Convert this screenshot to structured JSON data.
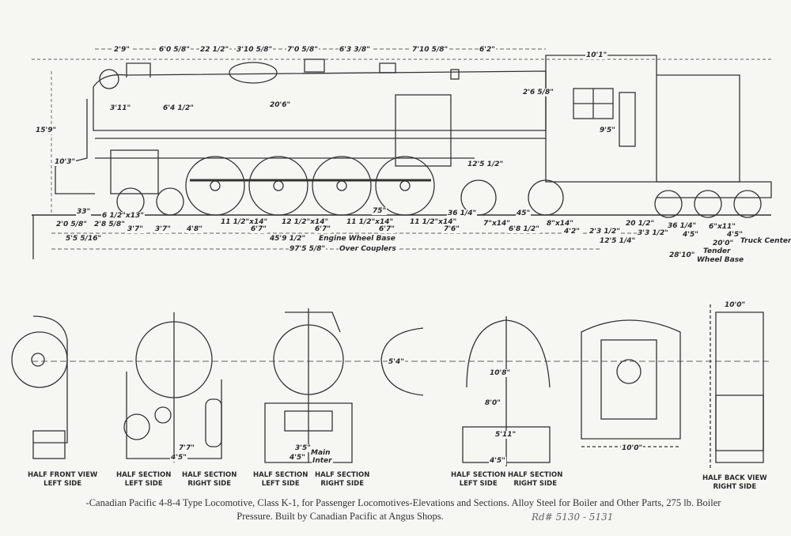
{
  "top_dimensions": [
    "2'9\"",
    "6'0 5/8\"",
    "22 1/2\"",
    "3'10 5/8\"",
    "7'0 5/8\"",
    "6'3 3/8\"",
    "7'10 5/8\"",
    "6'2\"",
    "10'1\""
  ],
  "side_dimensions": [
    "3'11\"",
    "6'4 1/2\"",
    "20'6\"",
    "2'6 5/8\"",
    "9'5\"",
    "15'9\"",
    "10'3\"",
    "12'5 1/2\"",
    "33\"",
    "36 1/4\"",
    "45\"",
    "75\""
  ],
  "bottom_dimensions_row1": [
    "2'0 5/8\"",
    "2'8 5/8\"",
    "6 1/2\"x13\"",
    "3'7\"",
    "3'7\"",
    "4'8\"",
    "11 1/2\"x14\"",
    "6'7\"",
    "12 1/2\"x14\"",
    "6'7\"",
    "11 1/2\"x14\"",
    "6'7\"",
    "11 1/2\"x14\"",
    "7'6\"",
    "7\"x14\"",
    "6'8 1/2\"",
    "8\"x14\"",
    "4'2\"",
    "2'3 1/2\"",
    "20 1/2\"",
    "3'3 1/2\"",
    "36 1/4\"",
    "4'5\"",
    "6\"x11\"",
    "4'5\""
  ],
  "engine_wheel_base": {
    "left": "5'5 5/16\"",
    "value": "45'9 1/2\"",
    "label": "Engine Wheel Base",
    "right": "12'5 1/4\""
  },
  "over_couplers": {
    "value": "97'5 5/8\"",
    "label": "Over Couplers"
  },
  "tender": {
    "truck_centers_value": "20'0\"",
    "truck_centers_label": "Truck Centers",
    "wheel_base_value": "28'10\"",
    "wheel_base_label_1": "Tender",
    "wheel_base_label_2": "Wheel Base"
  },
  "section_dimensions": [
    "5'4\"",
    "10'8\"",
    "8'0\"",
    "7'7\"",
    "4'5\"",
    "3'5\"",
    "4'5\"",
    "Main",
    "Inter",
    "5'11\"",
    "4'5\"",
    "10'0\"",
    "10'0\""
  ],
  "views": [
    {
      "line1": "HALF FRONT VIEW",
      "line2": "LEFT SIDE"
    },
    {
      "line1": "HALF SECTION",
      "line2": "LEFT SIDE"
    },
    {
      "line1": "HALF SECTION",
      "line2": "RIGHT SIDE"
    },
    {
      "line1": "HALF SECTION",
      "line2": "LEFT SIDE"
    },
    {
      "line1": "HALF SECTION",
      "line2": "RIGHT SIDE"
    },
    {
      "line1": "HALF SECTION",
      "line2": "LEFT SIDE"
    },
    {
      "line1": "HALF SECTION",
      "line2": "RIGHT SIDE"
    },
    {
      "line1": "HALF BACK VIEW",
      "line2": "RIGHT SIDE"
    }
  ],
  "caption": {
    "line1": "-Canadian Pacific 4-8-4 Type Locomotive, Class K-1, for Passenger Locomotives-Elevations and Sections.  Alloy Steel for Boiler and Other Parts, 275 lb. Boiler",
    "line2": "Pressure.  Built by Canadian Pacific at Angus Shops."
  },
  "handwritten_note": "Rd# 5130 - 5131"
}
